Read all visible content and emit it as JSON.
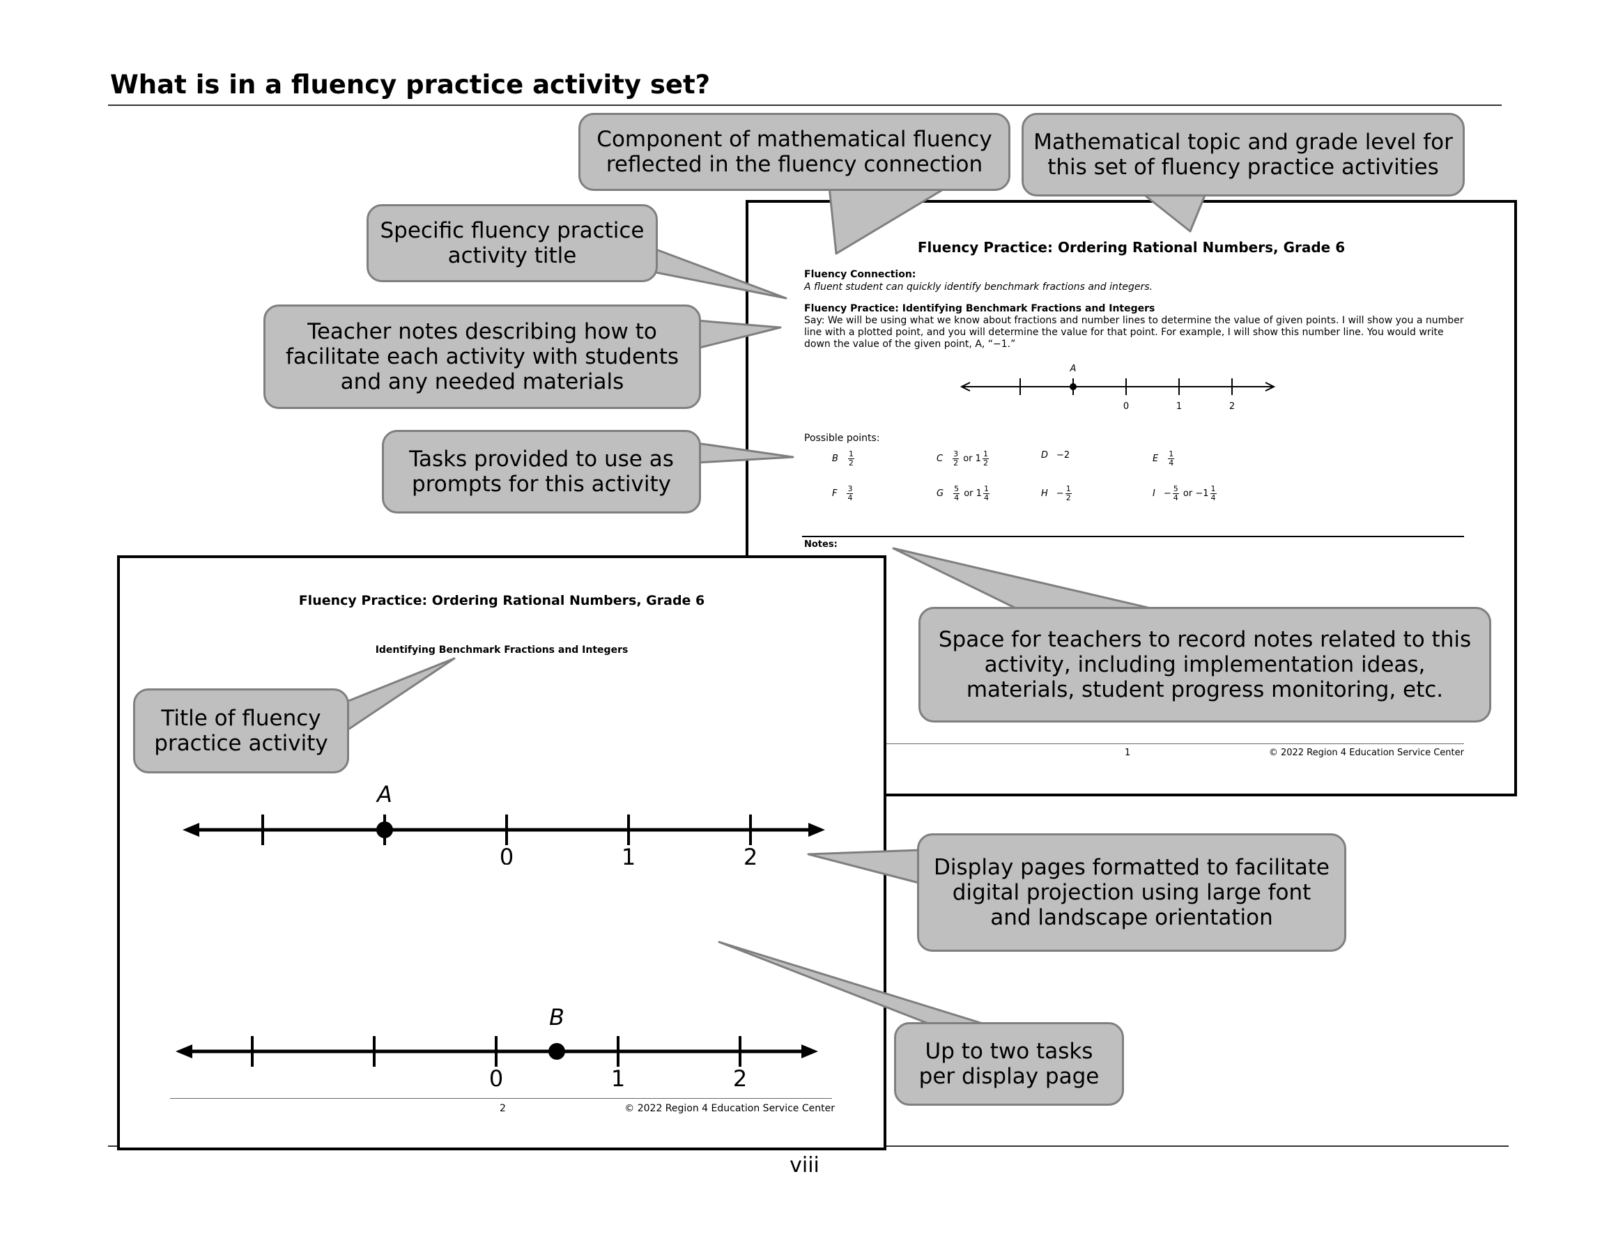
{
  "page_heading": "What is in a fluency practice activity set?",
  "page_number": "viii",
  "callouts": {
    "component": "Component of mathematical fluency reflected in the fluency connection",
    "topic": "Mathematical topic and grade level for this set of fluency practice activities",
    "activity_title": "Specific fluency practice activity title",
    "teacher_notes": "Teacher notes describing how to facilitate each activity with students and any needed materials",
    "tasks": "Tasks provided to use as prompts for this activity",
    "notes_space": "Space for teachers to record notes related to this activity, including implementation ideas, materials, student progress monitoring, etc.",
    "title_activity": "Title of fluency practice activity",
    "display_pages": "Display pages formatted to facilitate digital projection using large font and landscape orientation",
    "two_tasks": "Up to two tasks per display page"
  },
  "teacher_page": {
    "title": "Fluency Practice: Ordering Rational Numbers, Grade 6",
    "connection_label": "Fluency Connection:",
    "connection_text": "A fluent student can quickly identify benchmark fractions and integers.",
    "practice_label": "Fluency Practice: Identifying Benchmark Fractions and Integers",
    "practice_text": "Say: We will be using what we know about fractions and number lines to determine the value of given points. I will show you a number line with a plotted point, and you will determine the value for that point. For example, I will show this number line. You would write down the value of the given point, A, “−1.”",
    "number_line": {
      "point": "A",
      "ticks": [
        "0",
        "1",
        "2"
      ]
    },
    "possible_label": "Possible points:",
    "points": [
      {
        "letter": "B",
        "parts": [
          {
            "n": "1",
            "d": "2"
          }
        ],
        "pre": "",
        "mid": ""
      },
      {
        "letter": "C",
        "parts": [
          {
            "n": "3",
            "d": "2"
          },
          {
            "w": "1",
            "n": "1",
            "d": "2"
          }
        ],
        "pre": "",
        "mid": "or"
      },
      {
        "letter": "D",
        "text": "−2"
      },
      {
        "letter": "E",
        "parts": [
          {
            "n": "1",
            "d": "4"
          }
        ],
        "pre": "",
        "mid": ""
      },
      {
        "letter": "F",
        "parts": [
          {
            "n": "3",
            "d": "4"
          }
        ],
        "pre": "",
        "mid": ""
      },
      {
        "letter": "G",
        "parts": [
          {
            "n": "5",
            "d": "4"
          },
          {
            "w": "1",
            "n": "1",
            "d": "4"
          }
        ],
        "pre": "",
        "mid": "or"
      },
      {
        "letter": "H",
        "parts": [
          {
            "n": "1",
            "d": "2"
          }
        ],
        "pre": "−",
        "mid": ""
      },
      {
        "letter": "I",
        "parts": [
          {
            "n": "5",
            "d": "4"
          },
          {
            "w": "−1",
            "n": "1",
            "d": "4"
          }
        ],
        "pre": "−",
        "mid": "or"
      }
    ],
    "notes_label": "Notes:",
    "footer_page": "1",
    "footer_copyright": "© 2022 Region 4 Education Service Center"
  },
  "display_page": {
    "title": "Fluency Practice: Ordering Rational Numbers, Grade 6",
    "subtitle": "Identifying Benchmark Fractions and Integers",
    "line1": {
      "point": "A",
      "ticks": [
        "0",
        "1",
        "2"
      ]
    },
    "line2": {
      "point": "B",
      "ticks": [
        "0",
        "1",
        "2"
      ]
    },
    "footer_page": "2",
    "footer_copyright": "© 2022 Region 4 Education Service Center"
  },
  "colors": {
    "callout_fill": "#bfbfbf",
    "callout_border": "#7f7f7f"
  }
}
